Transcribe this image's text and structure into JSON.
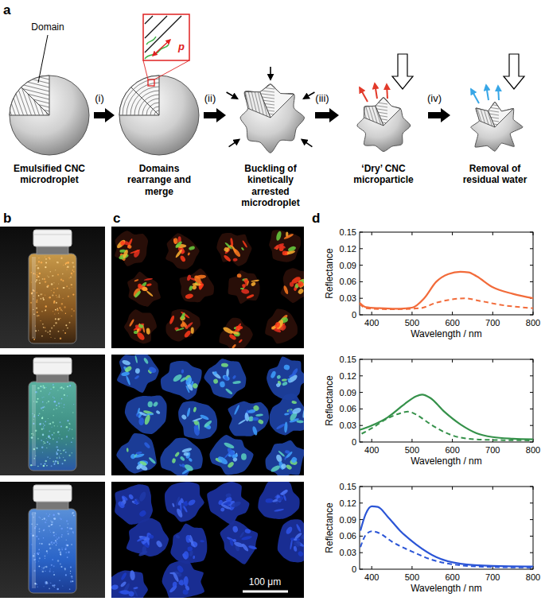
{
  "diagram": {
    "nodes": [
      {
        "text": [
          "Emulsified CNC microdroplet"
        ]
      },
      {
        "text": [
          "Domains rearrange and merge"
        ]
      },
      {
        "text": [
          "Buckling of kinetically arrested microdroplet"
        ]
      },
      {
        "text": [
          "‘Dry’ CNC microparticle"
        ]
      },
      {
        "text": [
          "Removal of residual water"
        ]
      }
    ],
    "edges": [
      {
        "from": 0,
        "to": 1,
        "arrow": "to",
        "label": "(i)"
      },
      {
        "from": 1,
        "to": 2,
        "arrow": "to",
        "label": "(ii)"
      },
      {
        "from": 2,
        "to": 3,
        "arrow": "to",
        "label": "(iii)"
      },
      {
        "from": 3,
        "to": 4,
        "arrow": "to",
        "label": "(iv)"
      }
    ],
    "labels": [
      "a",
      "Domain",
      "p",
      "b",
      "c",
      "100 μm",
      "d",
      "0.15",
      "0.12",
      "0.09",
      "0.06",
      "0.03",
      "0",
      "400",
      "500",
      "600",
      "700",
      "800",
      "Reflectance",
      "Wavelength / nm",
      "0.15",
      "0.12",
      "0.09",
      "0.06",
      "0.03",
      "0",
      "400",
      "500",
      "600",
      "700",
      "800",
      "Reflectance",
      "Wavelength / nm",
      "0.15",
      "0.12",
      "0.09",
      "0.06",
      "0.03",
      "0",
      "400",
      "500",
      "600",
      "700",
      "800",
      "Reflectance",
      "Wavelength / nm"
    ]
  }
}
